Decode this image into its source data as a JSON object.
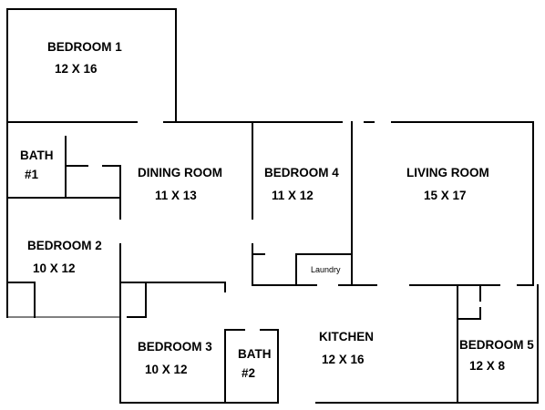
{
  "floor_plan": {
    "rooms": [
      {
        "id": "bedroom-1",
        "name": "BEDROOM 1",
        "dims": "12 X 16"
      },
      {
        "id": "bath-1",
        "name": "BATH",
        "dims": "#1"
      },
      {
        "id": "dining-room",
        "name": "DINING ROOM",
        "dims": "11 X 13"
      },
      {
        "id": "bedroom-4",
        "name": "BEDROOM 4",
        "dims": "11 X 12"
      },
      {
        "id": "living-room",
        "name": "LIVING ROOM",
        "dims": "15 X 17"
      },
      {
        "id": "bedroom-2",
        "name": "BEDROOM 2",
        "dims": "10 X 12"
      },
      {
        "id": "laundry",
        "name": "Laundry"
      },
      {
        "id": "bedroom-3",
        "name": "BEDROOM 3",
        "dims": "10 X 12"
      },
      {
        "id": "bath-2",
        "name": "BATH",
        "dims": "#2"
      },
      {
        "id": "kitchen",
        "name": "KITCHEN",
        "dims": "12 X 16"
      },
      {
        "id": "bedroom-5",
        "name": "BEDROOM 5",
        "dims": "12 X 8"
      }
    ]
  }
}
